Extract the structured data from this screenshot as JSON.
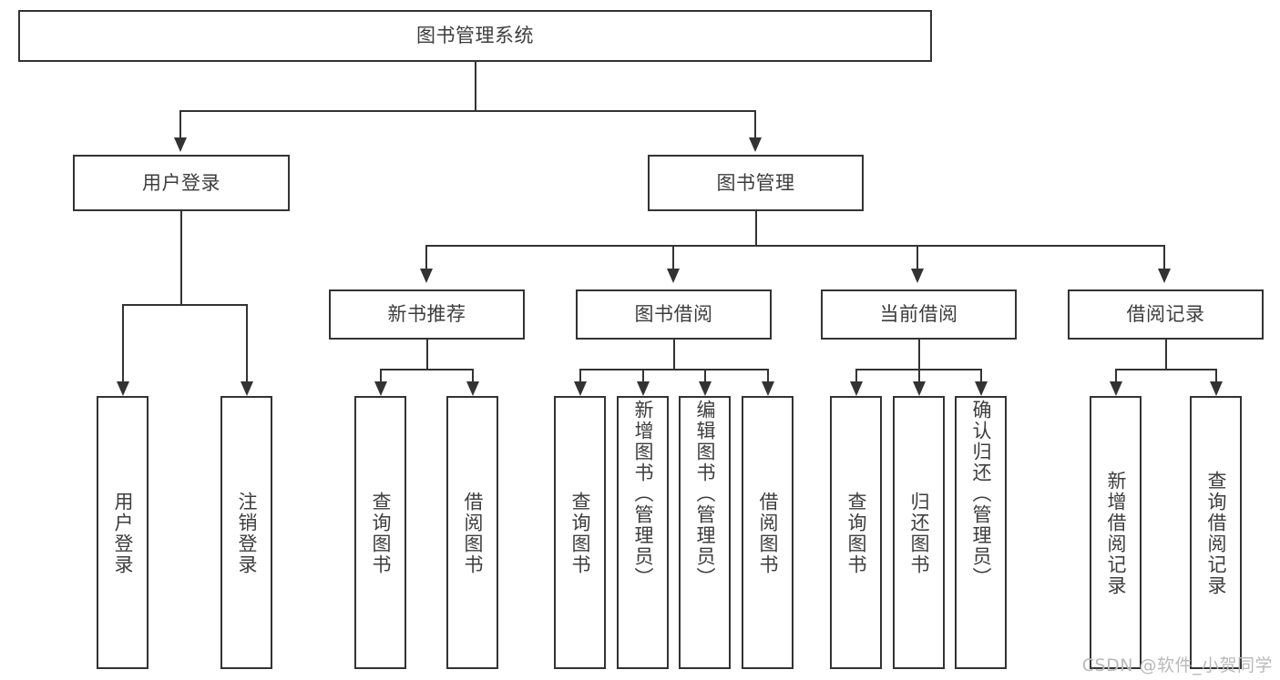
{
  "diagram": {
    "title": "图书管理系统",
    "root": {
      "label": "图书管理系统"
    },
    "level2": [
      {
        "label": "用户登录"
      },
      {
        "label": "图书管理"
      }
    ],
    "level3": [
      {
        "label": "新书推荐"
      },
      {
        "label": "图书借阅"
      },
      {
        "label": "当前借阅"
      },
      {
        "label": "借阅记录"
      }
    ],
    "leaves": {
      "user_login": [
        {
          "label": "用户登录"
        },
        {
          "label": "注销登录"
        }
      ],
      "new_book": [
        {
          "label": "查询图书"
        },
        {
          "label": "借阅图书"
        }
      ],
      "book_borrow": [
        {
          "label": "查询图书"
        },
        {
          "label": "新增图书（管理员）"
        },
        {
          "label": "编辑图书（管理员）"
        },
        {
          "label": "借阅图书"
        }
      ],
      "current_borrow": [
        {
          "label": "查询图书"
        },
        {
          "label": "归还图书"
        },
        {
          "label": "确认归还（管理员）"
        }
      ],
      "borrow_record": [
        {
          "label": "新增借阅记录"
        },
        {
          "label": "查询借阅记录"
        }
      ]
    }
  },
  "watermark": {
    "text": "CSDN @软件_小贺同学"
  },
  "colors": {
    "line": "#333333",
    "text": "#3d3d3d",
    "background": "#ffffff",
    "watermark": "#b9b9b9"
  }
}
